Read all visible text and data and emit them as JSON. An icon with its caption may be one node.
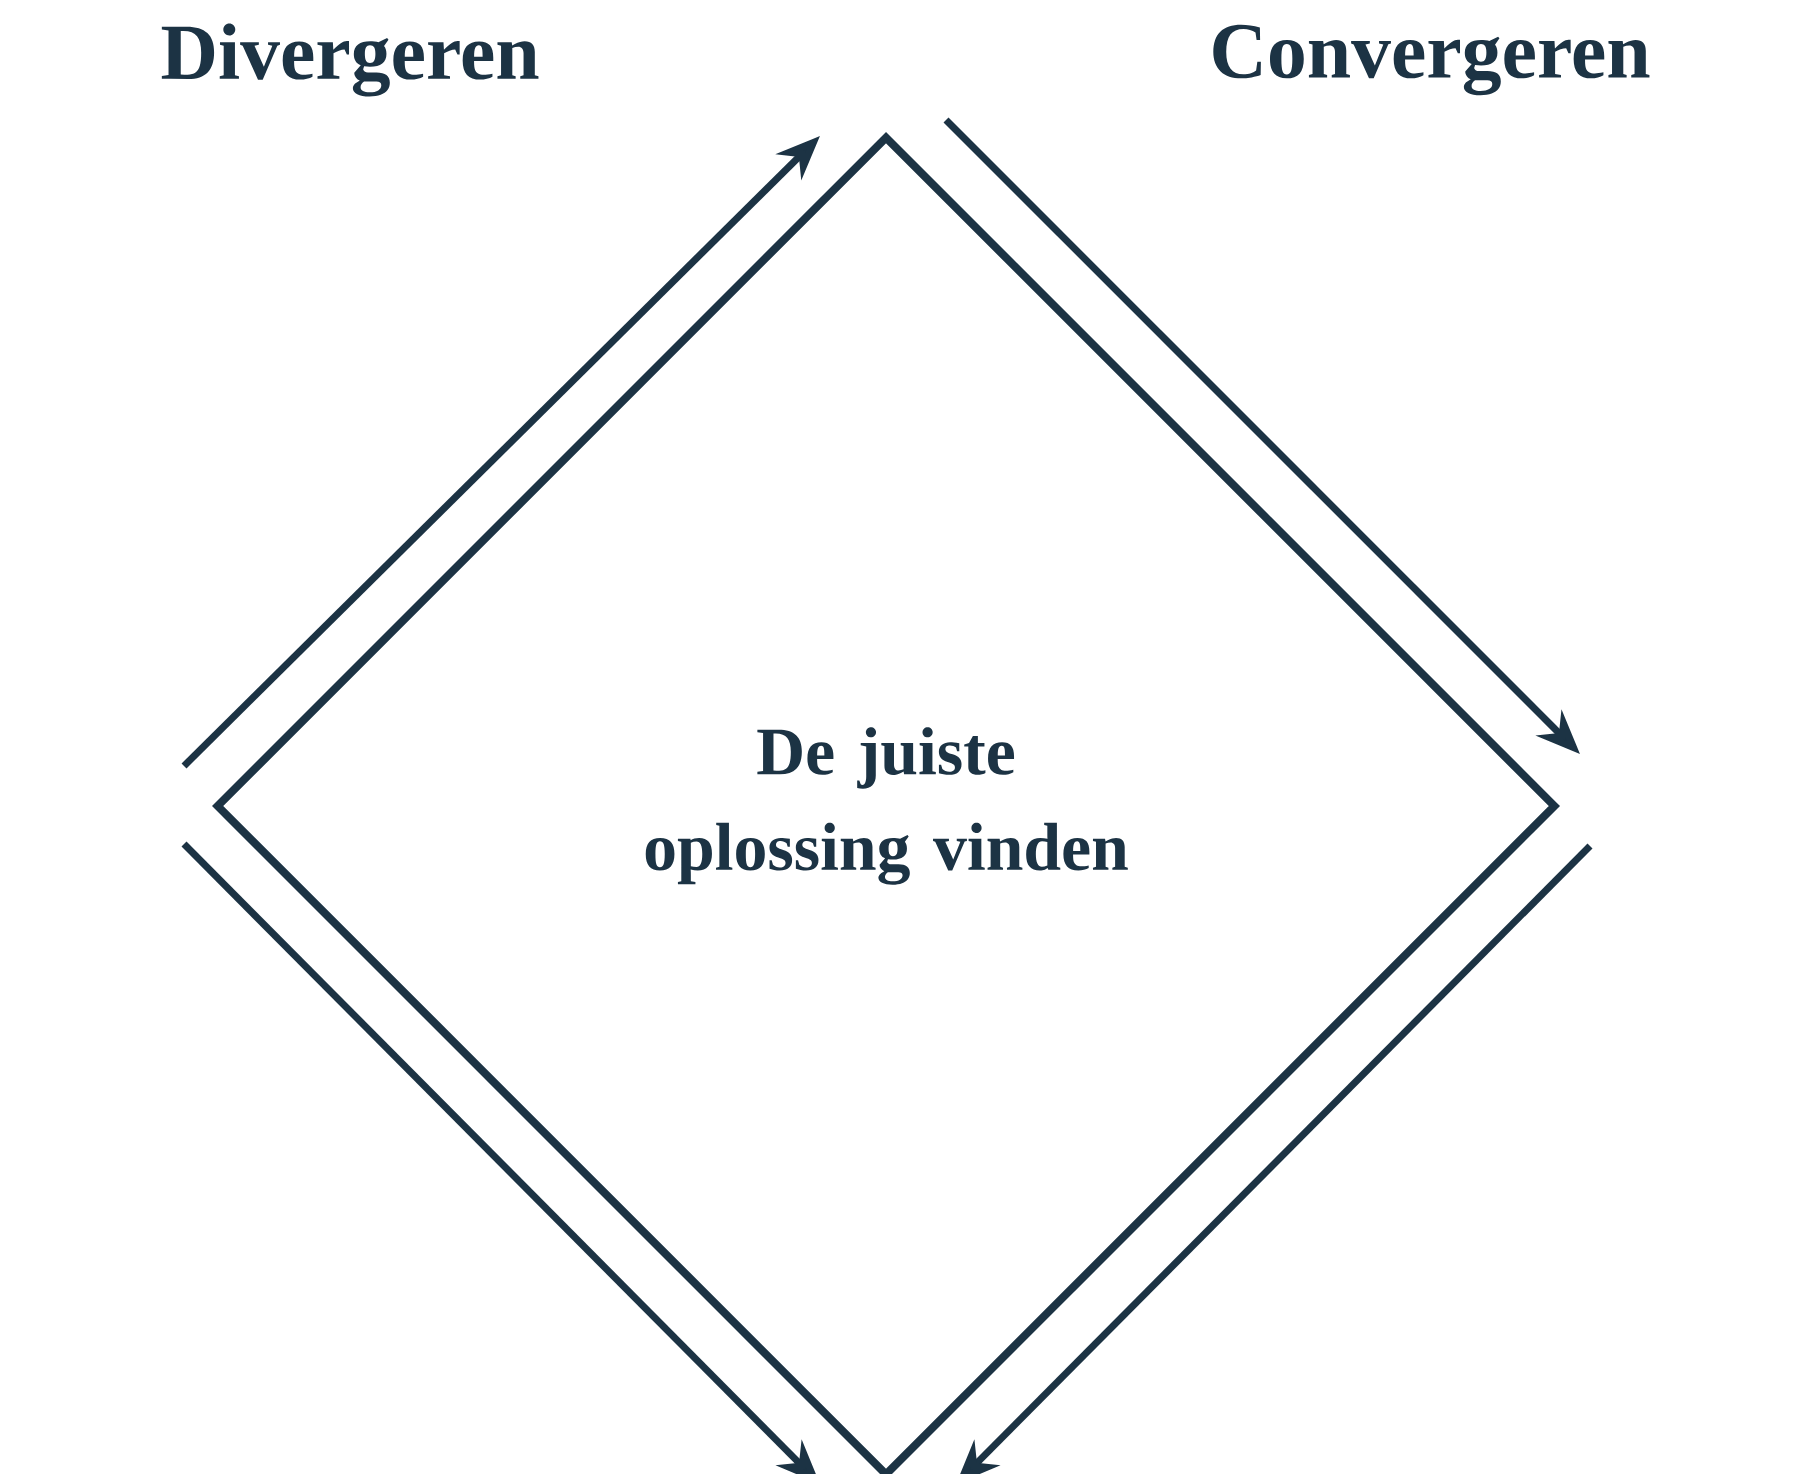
{
  "diagram": {
    "nodes": [
      {
        "text": [
          "De juiste oplossing vinden"
        ]
      }
    ],
    "labels": [
      "Divergeren",
      "Convergeren"
    ]
  }
}
